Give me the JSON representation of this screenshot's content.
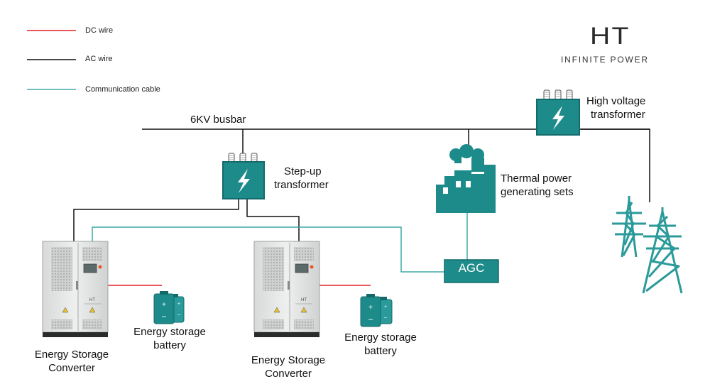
{
  "legend": {
    "dc_wire": "DC wire",
    "ac_wire": "AC wire",
    "communication_cable": "Communication cable"
  },
  "logo": {
    "mark": "HT",
    "tagline": "INFINITE POWER"
  },
  "busbar_label": "6KV busbar",
  "high_voltage_transformer": {
    "line1": "High voltage",
    "line2": "transformer"
  },
  "step_up_transformer": {
    "line1": "Step-up",
    "line2": "transformer"
  },
  "thermal_power": {
    "line1": "Thermal power",
    "line2": "generating sets"
  },
  "agc_label": "AGC",
  "converter_left": {
    "line1": "Energy Storage",
    "line2": "Converter"
  },
  "converter_right": {
    "line1": "Energy Storage",
    "line2": "Converter"
  },
  "battery_left": {
    "line1": "Energy storage",
    "line2": "battery"
  },
  "battery_right": {
    "line1": "Energy storage",
    "line2": "battery"
  },
  "colors": {
    "dc_wire": "#e02020",
    "ac_wire": "#111111",
    "communication_cable": "#3ea8a8",
    "teal": "#1e8b8b",
    "teal_dark": "#136a6a"
  },
  "icons": [
    "lightning-icon",
    "factory-icon",
    "pylon-icon",
    "cabinet-icon",
    "battery-icon"
  ]
}
